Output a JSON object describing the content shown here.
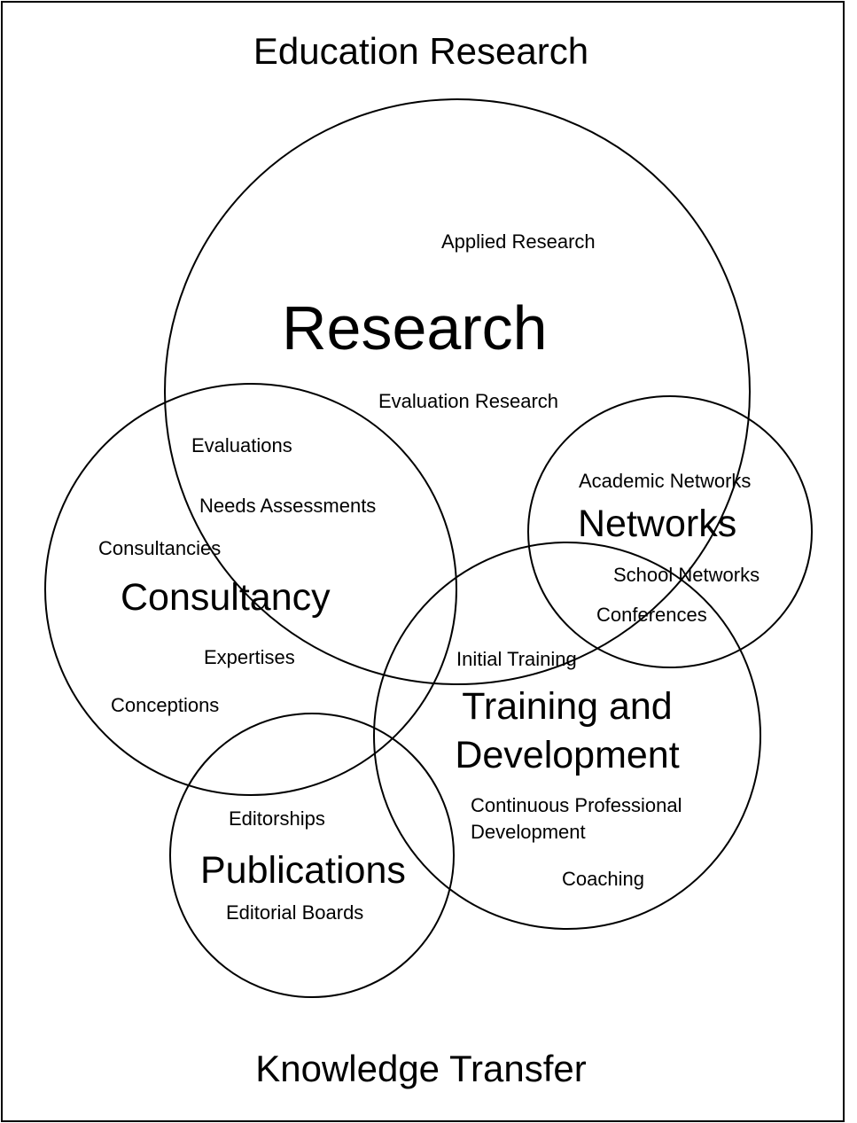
{
  "title": "Education Research",
  "footer": "Knowledge Transfer",
  "circles": {
    "research": {
      "label": "Research",
      "items": [
        "Applied Research",
        "Evaluation Research"
      ]
    },
    "consultancy": {
      "label": "Consultancy",
      "items": [
        "Evaluations",
        "Needs Assessments",
        "Consultancies",
        "Expertises",
        "Conceptions"
      ]
    },
    "networks": {
      "label": "Networks",
      "items": [
        "Academic Networks",
        "School Networks",
        "Conferences"
      ]
    },
    "training": {
      "label_line1": "Training and",
      "label_line2": "Development",
      "items": [
        "Initial Training",
        "Continuous Professional",
        "Development",
        "Coaching"
      ]
    },
    "publications": {
      "label": "Publications",
      "items": [
        "Editorships",
        "Editorial Boards"
      ]
    }
  }
}
